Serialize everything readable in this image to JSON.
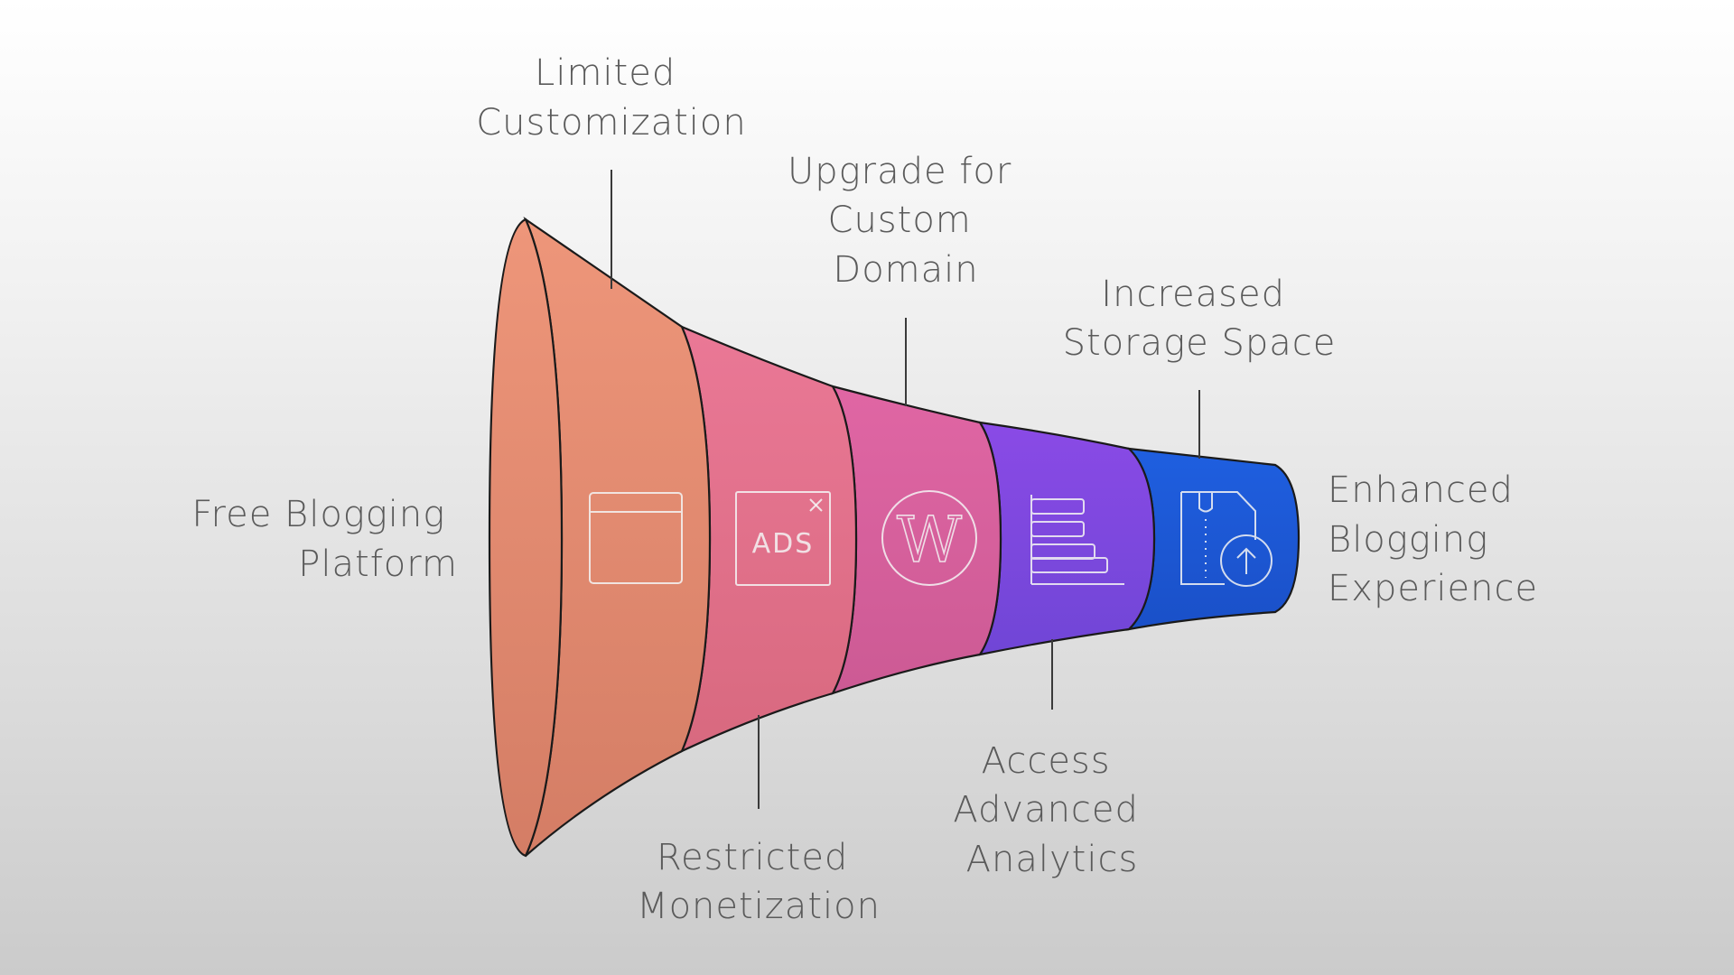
{
  "labels": {
    "free_blogging_platform": [
      "Free Blogging",
      "Platform"
    ],
    "limited_customization": [
      "Limited",
      "Customization"
    ],
    "restricted_monetization": [
      "Restricted",
      "Monetization"
    ],
    "upgrade_custom_domain": [
      "Upgrade for",
      "Custom",
      "Domain"
    ],
    "access_advanced_analytics": [
      "Access",
      "Advanced",
      "Analytics"
    ],
    "increased_storage_space": [
      "Increased",
      "Storage Space"
    ],
    "enhanced_blogging_experience": [
      "Enhanced",
      "Blogging",
      "Experience"
    ]
  },
  "icons": {
    "segment_1": "browser-window-icon",
    "segment_2": "ads-close-icon",
    "segment_3": "wordpress-icon",
    "segment_4": "bar-chart-icon",
    "segment_5": "file-upload-icon"
  },
  "ads_icon_text": "ADS",
  "wordpress_icon_text": "W",
  "colors": {
    "segment_1": "#e48e70",
    "segment_2": "#e0708e",
    "segment_3": "#d860a0",
    "segment_4": "#7d4ce0",
    "segment_5": "#1e5bd8"
  }
}
